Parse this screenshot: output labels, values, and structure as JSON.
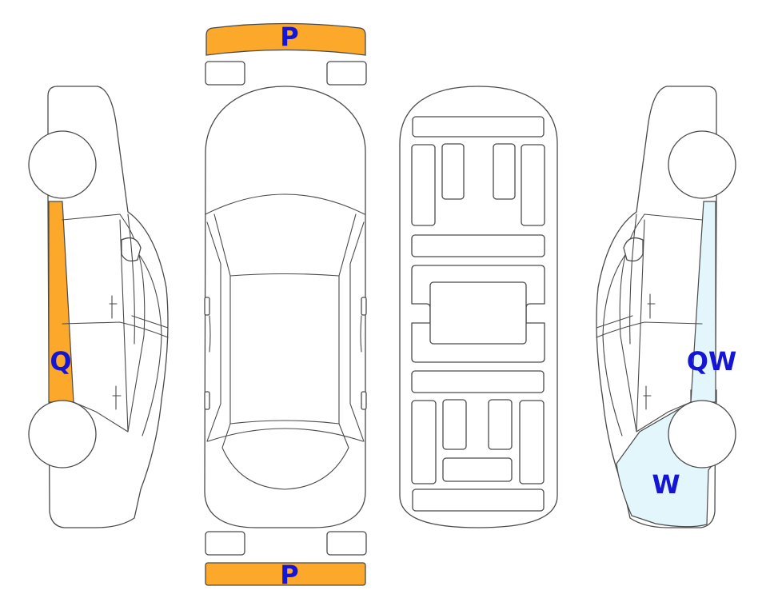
{
  "diagram": {
    "colors": {
      "orange": "#FBA82B",
      "light_blue": "#E3F6FB",
      "label": "#1515D6",
      "outline": "#4a4a4a"
    },
    "labels": {
      "front_bumper": "P",
      "rear_bumper": "P",
      "left_rocker": "Q",
      "right_rocker": "QW",
      "right_rear_quarter": "W"
    }
  }
}
